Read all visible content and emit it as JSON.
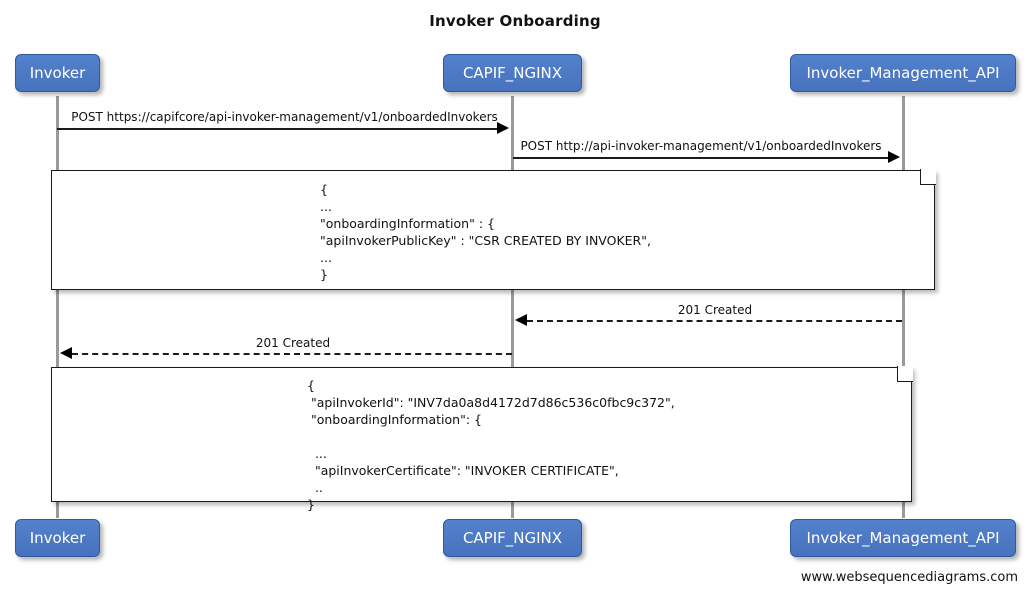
{
  "diagram": {
    "title": "Invoker Onboarding",
    "footer": "www.websequencediagrams.com",
    "accent_color": "#4a77c4",
    "line_color": "#1b1b1b",
    "lifeline_color": "#9a9a9a"
  },
  "participants": [
    {
      "id": "invoker",
      "label": "Invoker"
    },
    {
      "id": "capif_nginx",
      "label": "CAPIF_NGINX"
    },
    {
      "id": "invoker_management_api",
      "label": "Invoker_Management_API"
    }
  ],
  "participants_bottom": [
    {
      "id": "invoker",
      "label": "Invoker"
    },
    {
      "id": "capif_nginx",
      "label": "CAPIF_NGINX"
    },
    {
      "id": "invoker_management_api",
      "label": "Invoker_Management_API"
    }
  ],
  "messages": [
    {
      "id": "msg1",
      "label": "POST https://capifcore/api-invoker-management/v1/onboardedInvokers",
      "from": "invoker",
      "to": "capif_nginx",
      "style": "solid",
      "direction": "right"
    },
    {
      "id": "msg2",
      "label": "POST http://api-invoker-management/v1/onboardedInvokers",
      "from": "capif_nginx",
      "to": "invoker_management_api",
      "style": "solid",
      "direction": "right"
    },
    {
      "id": "msg3",
      "label": "201 Created",
      "from": "invoker_management_api",
      "to": "capif_nginx",
      "style": "dashed",
      "direction": "left"
    },
    {
      "id": "msg4",
      "label": "201 Created",
      "from": "capif_nginx",
      "to": "invoker",
      "style": "dashed",
      "direction": "left"
    }
  ],
  "notes": [
    {
      "id": "note1",
      "text": "{\n...\n\"onboardingInformation\" : {\n\"apiInvokerPublicKey\" : \"CSR CREATED BY INVOKER\",\n...\n}"
    },
    {
      "id": "note2",
      "text": "{\n \"apiInvokerId\": \"INV7da0a8d4172d7d86c536c0fbc9c372\",\n \"onboardingInformation\": {\n\n  ...\n  \"apiInvokerCertificate\": \"INVOKER CERTIFICATE\",\n  ..\n}"
    }
  ]
}
